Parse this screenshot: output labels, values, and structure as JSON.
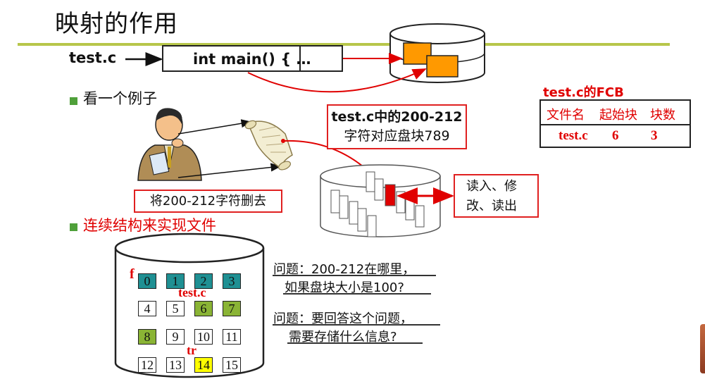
{
  "title": "映射的作用",
  "code_line": {
    "filename": "test.c",
    "code": "int main() { …"
  },
  "bullets": [
    {
      "text": "看一个例子",
      "color": "#111111"
    },
    {
      "text": "连续结构来实现文件",
      "color": "#e00000"
    }
  ],
  "callout": {
    "line1": "test.c中的200-212",
    "line2": "字符对应盘块789"
  },
  "delete_note": "将200-212字符删去",
  "read_write": {
    "line1": "读入、修",
    "line2": "改、读出"
  },
  "fcb": {
    "title": "test.c的FCB",
    "headers": [
      "文件名",
      "起始块",
      "块数"
    ],
    "row": [
      "test.c",
      "6",
      "3"
    ]
  },
  "disk": {
    "blocks": [
      {
        "label": "0",
        "color": "teal"
      },
      {
        "label": "1",
        "color": "teal"
      },
      {
        "label": "2",
        "color": "teal"
      },
      {
        "label": "3",
        "color": "teal"
      },
      {
        "label": "4",
        "color": "white"
      },
      {
        "label": "5",
        "color": "white"
      },
      {
        "label": "6",
        "color": "green"
      },
      {
        "label": "7",
        "color": "green"
      },
      {
        "label": "8",
        "color": "green"
      },
      {
        "label": "9",
        "color": "white"
      },
      {
        "label": "10",
        "color": "white"
      },
      {
        "label": "11",
        "color": "white"
      },
      {
        "label": "12",
        "color": "white"
      },
      {
        "label": "13",
        "color": "white"
      },
      {
        "label": "14",
        "color": "yellow"
      },
      {
        "label": "15",
        "color": "white"
      }
    ],
    "label_f": "f",
    "label_testc": "test.c",
    "label_tr": "tr"
  },
  "questions": {
    "q1_line1": "问题：200-212在哪里，",
    "q1_line2": "如果盘块大小是100?",
    "q2_line1": "问题：要回答这个问题，",
    "q2_line2": "需要存储什么信息?"
  },
  "colors": {
    "accent_rule": "#b7c64a",
    "red": "#e00000",
    "orange": "#ff9900",
    "teal": "#1f9093",
    "green": "#8ab435",
    "yellow": "#ffff00"
  }
}
